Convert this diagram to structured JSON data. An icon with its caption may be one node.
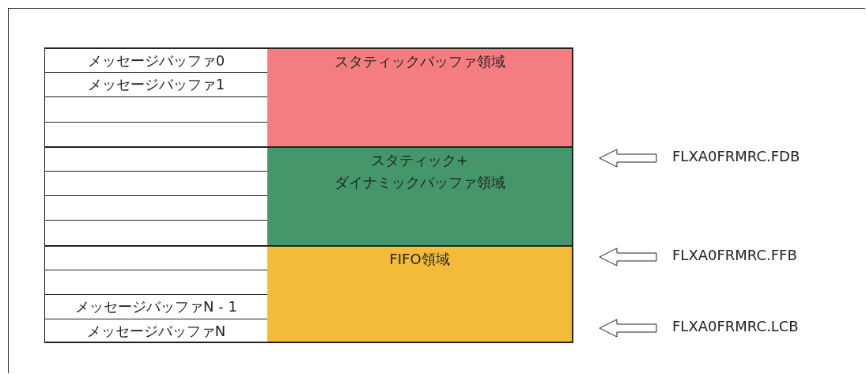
{
  "diagram": {
    "nodes": [
      {
        "text": [
          "メッセージバッファ0"
        ]
      },
      {
        "text": [
          "メッセージバッファ1"
        ]
      },
      {
        "text": [],
        "shape": "box"
      },
      {
        "text": [],
        "shape": "box"
      },
      {
        "text": [],
        "shape": "box"
      },
      {
        "text": [],
        "shape": "box"
      },
      {
        "text": [],
        "shape": "box"
      },
      {
        "text": [],
        "shape": "box"
      },
      {
        "text": [],
        "shape": "box"
      },
      {
        "text": [],
        "shape": "box"
      },
      {
        "text": [
          "メッセージバッファN - 1"
        ]
      },
      {
        "text": [
          "メッセージバッファN"
        ]
      },
      {
        "text": [
          "スタティックバッファ領域"
        ]
      },
      {
        "text": [
          "スタティック+ダイナミックバッファ領域"
        ]
      },
      {
        "text": [
          "FIFO領域"
        ]
      },
      {
        "text": [
          "FLXA0FRMRC.FDB"
        ]
      },
      {
        "text": [
          "FLXA0FRMRC.FFB"
        ]
      },
      {
        "text": [
          "FLXA0FRMRC.LCB"
        ]
      }
    ],
    "edges": [
      {
        "from": 15,
        "to": null,
        "arrow": "to"
      },
      {
        "from": 16,
        "to": null,
        "arrow": "to"
      },
      {
        "from": 17,
        "to": null,
        "arrow": "to"
      }
    ]
  }
}
